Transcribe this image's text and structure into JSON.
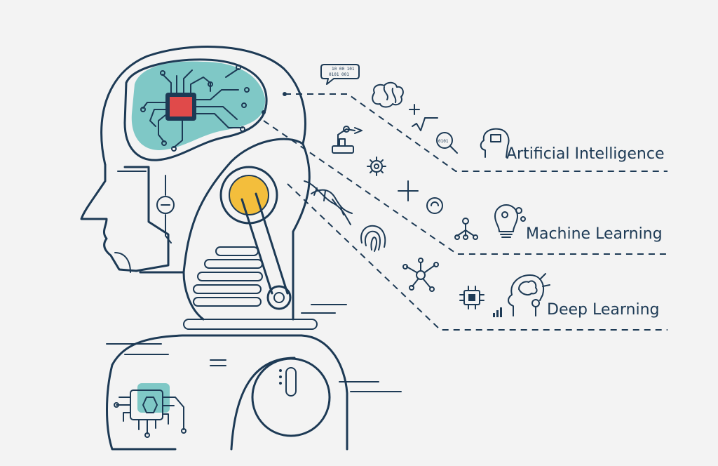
{
  "labels": {
    "artificial_intelligence": "Artificial Intelligence",
    "machine_learning": "Machine Learning",
    "deep_learning": "Deep Learning"
  },
  "speech_bubble": {
    "line1": "10 00 101",
    "line2": "0101 001"
  },
  "colors": {
    "stroke": "#1d3a55",
    "teal": "#7fc8c6",
    "red": "#e04a4a",
    "yellow": "#f3be3c",
    "background": "#f3f3f3"
  },
  "icons": [
    "speech-bubble-icon",
    "brain-icon",
    "math-symbols-icon",
    "robot-arm-icon",
    "magnifier-binary-icon",
    "head-chip-icon",
    "gear-icon",
    "plus-icon",
    "dna-icon",
    "fingerprint-icon",
    "rings-icon",
    "network-tree-icon",
    "lightbulb-gears-icon",
    "molecule-icon",
    "chip-icon",
    "bar-chart-icon",
    "head-brain-icon"
  ]
}
